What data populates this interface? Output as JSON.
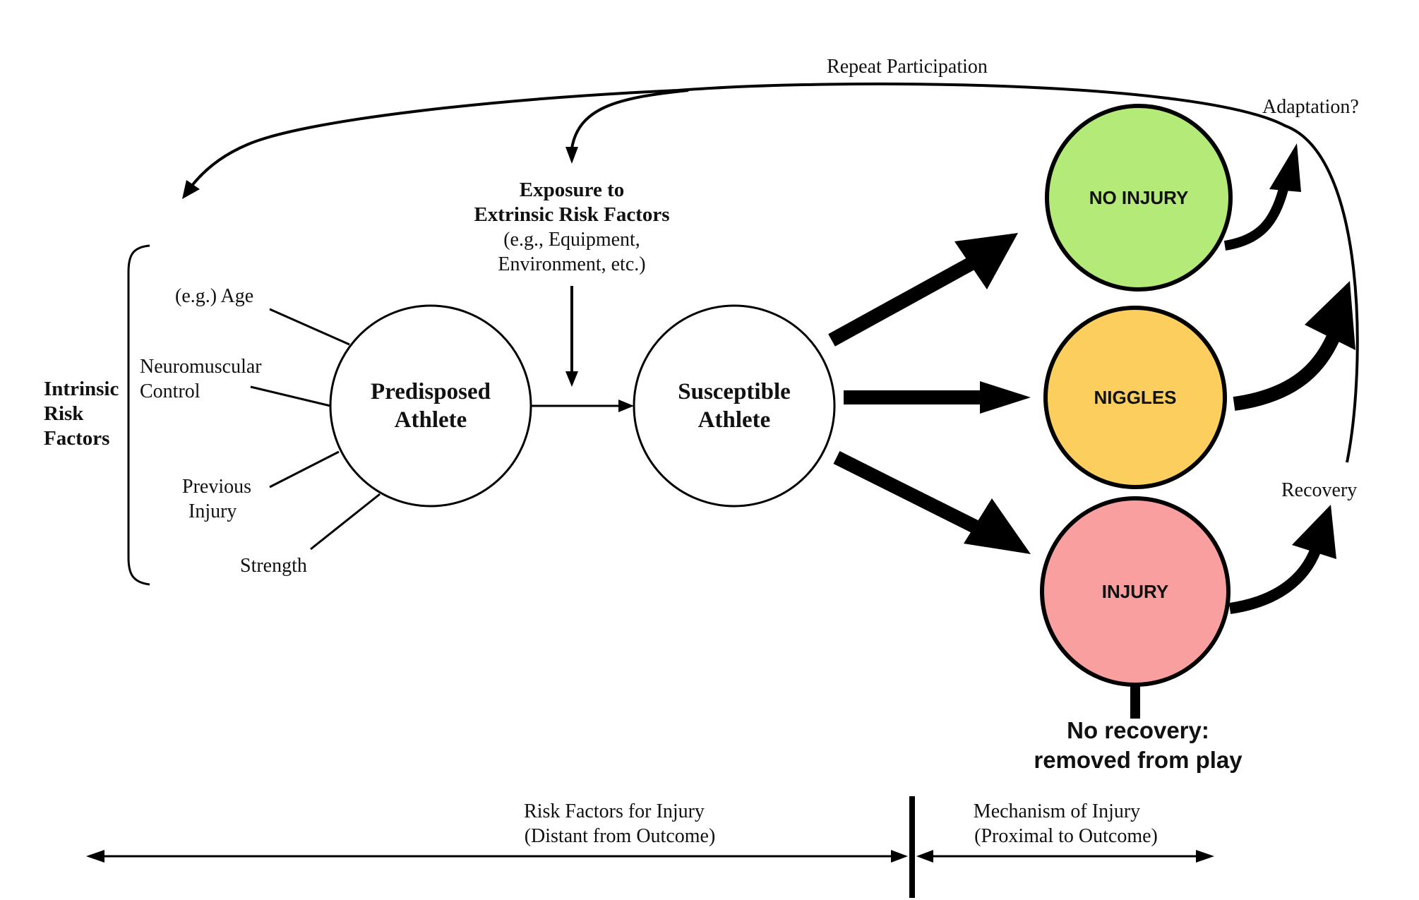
{
  "diagram": {
    "repeat_participation": "Repeat Participation",
    "adaptation": "Adaptation?",
    "recovery": "Recovery",
    "exposure": {
      "line1": "Exposure to",
      "line2": "Extrinsic Risk Factors",
      "line3": "(e.g., Equipment,",
      "line4": "Environment, etc.)"
    },
    "intrinsic": {
      "line1": "Intrinsic",
      "line2": "Risk",
      "line3": "Factors"
    },
    "factors": {
      "age": "(e.g.) Age",
      "neuromuscular_line1": "Neuromuscular",
      "neuromuscular_line2": "Control",
      "previous_injury_line1": "Previous",
      "previous_injury_line2": "Injury",
      "strength": "Strength"
    },
    "predisposed": {
      "line1": "Predisposed",
      "line2": "Athlete"
    },
    "susceptible": {
      "line1": "Susceptible",
      "line2": "Athlete"
    },
    "outcomes": {
      "no_injury": {
        "label": "NO INJURY",
        "color": "#b3ea78"
      },
      "niggles": {
        "label": "NIGGLES",
        "color": "#fbce5d"
      },
      "injury": {
        "label": "INJURY",
        "color": "#f99f9f"
      }
    },
    "no_recovery": {
      "line1": "No recovery:",
      "line2": "removed from play"
    },
    "timeline": {
      "risk_factors_line1": "Risk Factors for Injury",
      "risk_factors_line2": "(Distant from Outcome)",
      "mechanism_line1": "Mechanism of Injury",
      "mechanism_line2": "(Proximal to Outcome)"
    }
  }
}
